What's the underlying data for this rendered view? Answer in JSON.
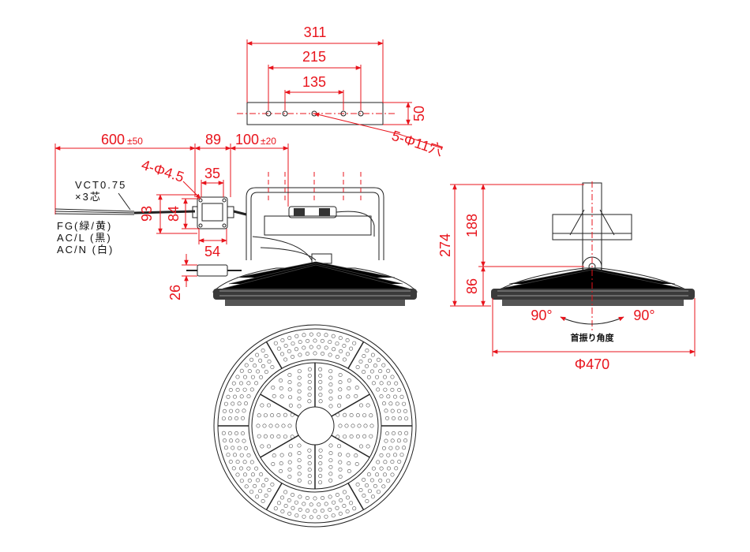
{
  "bracket": {
    "width_311": "311",
    "holes_215": "215",
    "holes_135": "135",
    "height_50": "50",
    "hole_spec": "5-Φ11穴"
  },
  "cable": {
    "length": "600",
    "length_tol": "±50",
    "box_dist": "89",
    "to_bracket": "100",
    "to_bracket_tol": "±20",
    "spec_line1": "VCT0.75",
    "spec_line2": "×3芯",
    "fg": "FG(緑/黄)",
    "acl": "AC/L (黒)",
    "acn": "AC/N (白)"
  },
  "driver_box": {
    "mount_holes": "4-Φ4.5",
    "hole_pitch_35": "35",
    "height_93": "93",
    "hole_pitch_84": "84",
    "width_54": "54",
    "depth_26": "26"
  },
  "side_view": {
    "total_height": "274",
    "bracket_height": "188",
    "body_height": "86",
    "angle_left": "90°",
    "angle_right": "90°",
    "angle_label": "首振り角度",
    "diameter": "Φ470"
  },
  "colors": {
    "dimension": "#e8141c",
    "outline": "#222222"
  }
}
